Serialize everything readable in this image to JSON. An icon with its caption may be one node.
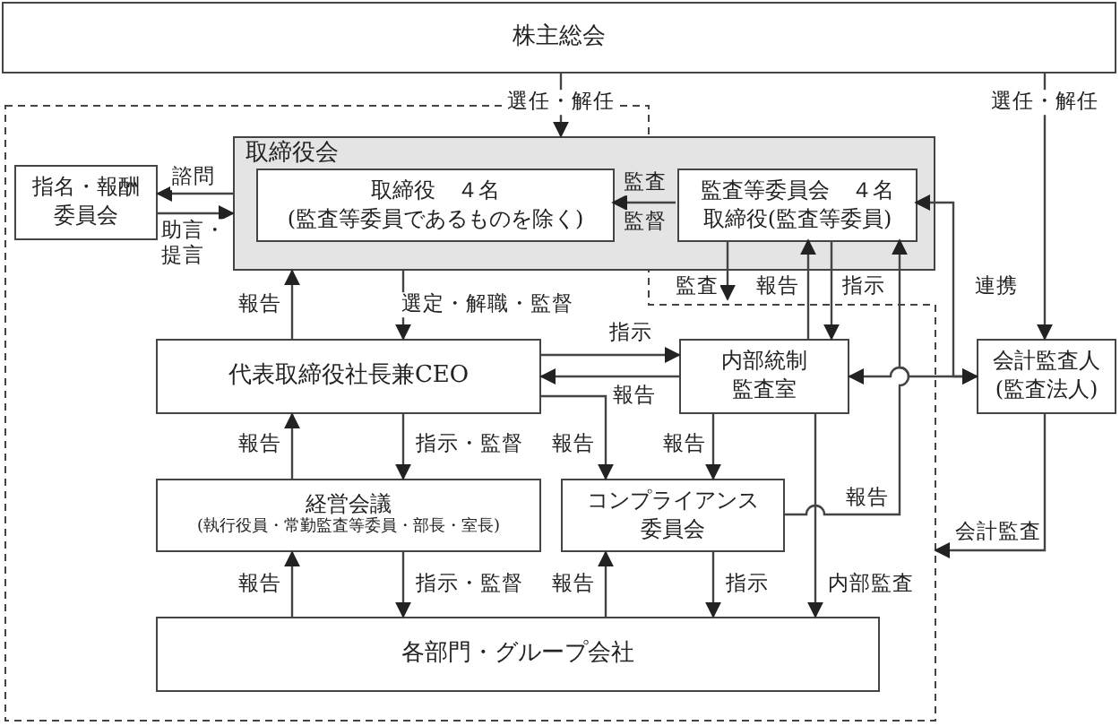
{
  "diagram": {
    "nodes": [
      {
        "text": [
          "株主総会"
        ]
      },
      {
        "text": [
          "取締役会"
        ]
      },
      {
        "text": [
          "取締役　４名",
          "(監査等委員であるものを除く)"
        ],
        "in": 1
      },
      {
        "text": [
          "監査等委員会　４名",
          "取締役(監査等委員)"
        ],
        "in": 1
      },
      {
        "text": [
          "指名・報酬委員会"
        ]
      },
      {
        "text": [
          "代表取締役社長兼CEO"
        ]
      },
      {
        "text": [
          "内部統制監査室"
        ]
      },
      {
        "text": [
          "会計監査人(監査法人)"
        ]
      },
      {
        "text": [
          "経営会議",
          "(執行役員・常勤監査等委員・部長・室長)"
        ]
      },
      {
        "text": [
          "コンプライアンス委員会"
        ]
      },
      {
        "text": [
          "各部門・グループ会社"
        ]
      }
    ],
    "edges": [
      {
        "from": 0,
        "to": 1,
        "arrow": "to",
        "label": "選任・解任"
      },
      {
        "from": 0,
        "to": 7,
        "arrow": "to",
        "label": "選任・解任"
      },
      {
        "from": 1,
        "to": 4,
        "arrow": "to",
        "label": "諮問"
      },
      {
        "from": 4,
        "to": 1,
        "arrow": "to",
        "label": "助言・提言"
      },
      {
        "from": 3,
        "to": 2,
        "arrow": "to",
        "label": "監査"
      },
      {
        "from": 5,
        "to": 1,
        "arrow": "to",
        "label": "報告"
      },
      {
        "from": 1,
        "to": 5,
        "arrow": "to",
        "label": "選定・解職・監督"
      },
      {
        "from": 3,
        "to": null,
        "arrow": "to",
        "label": "監査"
      },
      {
        "from": 6,
        "to": 3,
        "arrow": "to",
        "label": "報告"
      },
      {
        "from": 3,
        "to": 6,
        "arrow": "to",
        "label": "指示"
      },
      {
        "from": 5,
        "to": 6,
        "arrow": "to",
        "label": "指示"
      },
      {
        "from": 6,
        "to": 5,
        "arrow": "to",
        "label": "報告"
      },
      {
        "from": 6,
        "to": 7,
        "arrow": "both"
      },
      {
        "from": 3,
        "to": 7,
        "arrow": "both",
        "label": "連携"
      },
      {
        "from": 9,
        "to": 3,
        "arrow": "to",
        "label": "報告"
      },
      {
        "from": 5,
        "to": 9,
        "arrow": "to",
        "label": "報告"
      },
      {
        "from": 6,
        "to": 9,
        "arrow": "to",
        "label": "報告"
      },
      {
        "from": 5,
        "to": 8,
        "arrow": "to",
        "label": "指示・監督"
      },
      {
        "from": 8,
        "to": 5,
        "arrow": "to",
        "label": "報告"
      },
      {
        "from": 8,
        "to": 10,
        "arrow": "to",
        "label": "指示・監督"
      },
      {
        "from": 10,
        "to": 8,
        "arrow": "to",
        "label": "報告"
      },
      {
        "from": 10,
        "to": 9,
        "arrow": "to",
        "label": "報告"
      },
      {
        "from": 9,
        "to": 10,
        "arrow": "to",
        "label": "指示"
      },
      {
        "from": 6,
        "to": 10,
        "arrow": "to",
        "label": "内部監査"
      },
      {
        "from": 7,
        "to": null,
        "arrow": "to",
        "label": "会計監査"
      }
    ],
    "labels": [
      "監督"
    ]
  }
}
